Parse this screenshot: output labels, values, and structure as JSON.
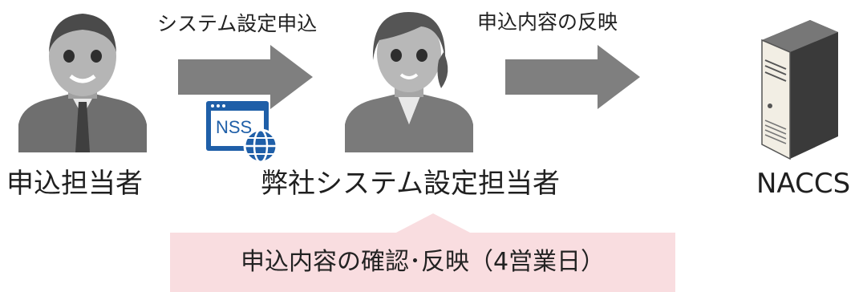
{
  "actors": {
    "applicant": {
      "label": "申込担当者",
      "icon": "male-person-icon"
    },
    "staff": {
      "label": "弊社システム設定担当者",
      "icon": "female-person-icon"
    },
    "naccs": {
      "label": "NACCS",
      "icon": "server-icon"
    }
  },
  "flows": [
    {
      "caption": "システム設定申込",
      "badge": {
        "text": "NSS",
        "icon": "web-globe-icon"
      }
    },
    {
      "caption": "申込内容の反映"
    }
  ],
  "callout": {
    "text": "申込内容の確認･反映（4営業日）"
  },
  "colors": {
    "arrow": "#7f7f7f",
    "callout_bg": "#f9dde0",
    "badge_blue": "#1f5fa8",
    "person_gray": "#8c8c8c"
  }
}
